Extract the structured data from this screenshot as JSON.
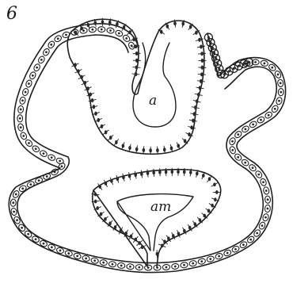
{
  "figure": {
    "panel_number": "6",
    "labels": {
      "upper_cavity": "a",
      "lower_cavity": "am"
    }
  },
  "colors": {
    "ink": "#1f1f1f",
    "paper": "#ffffff",
    "nucleus": "#2a2a2a"
  }
}
